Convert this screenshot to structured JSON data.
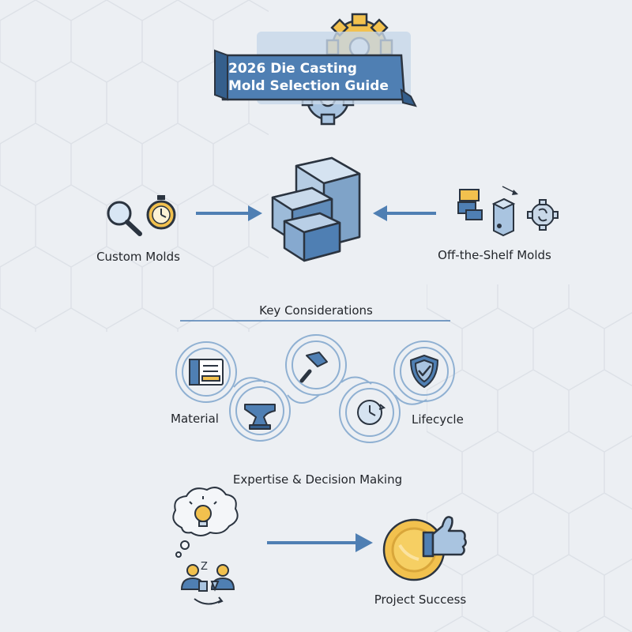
{
  "title": {
    "line1": "2026 Die Casting",
    "line2": "Mold Selection Guide"
  },
  "top_section": {
    "left_label": "Custom Molds",
    "right_label": "Off-the-Shelf Molds"
  },
  "considerations": {
    "heading": "Key Considerations",
    "material_label": "Material",
    "lifecycle_label": "Lifecycle"
  },
  "expertise": {
    "heading": "Expertise & Decision Making",
    "result_label": "Project Success"
  },
  "colors": {
    "background": "#eceff3",
    "accent_blue": "#4f7fb3",
    "light_blue": "#a9c4e0",
    "gold": "#f2c14e",
    "outline": "#2b3440"
  }
}
